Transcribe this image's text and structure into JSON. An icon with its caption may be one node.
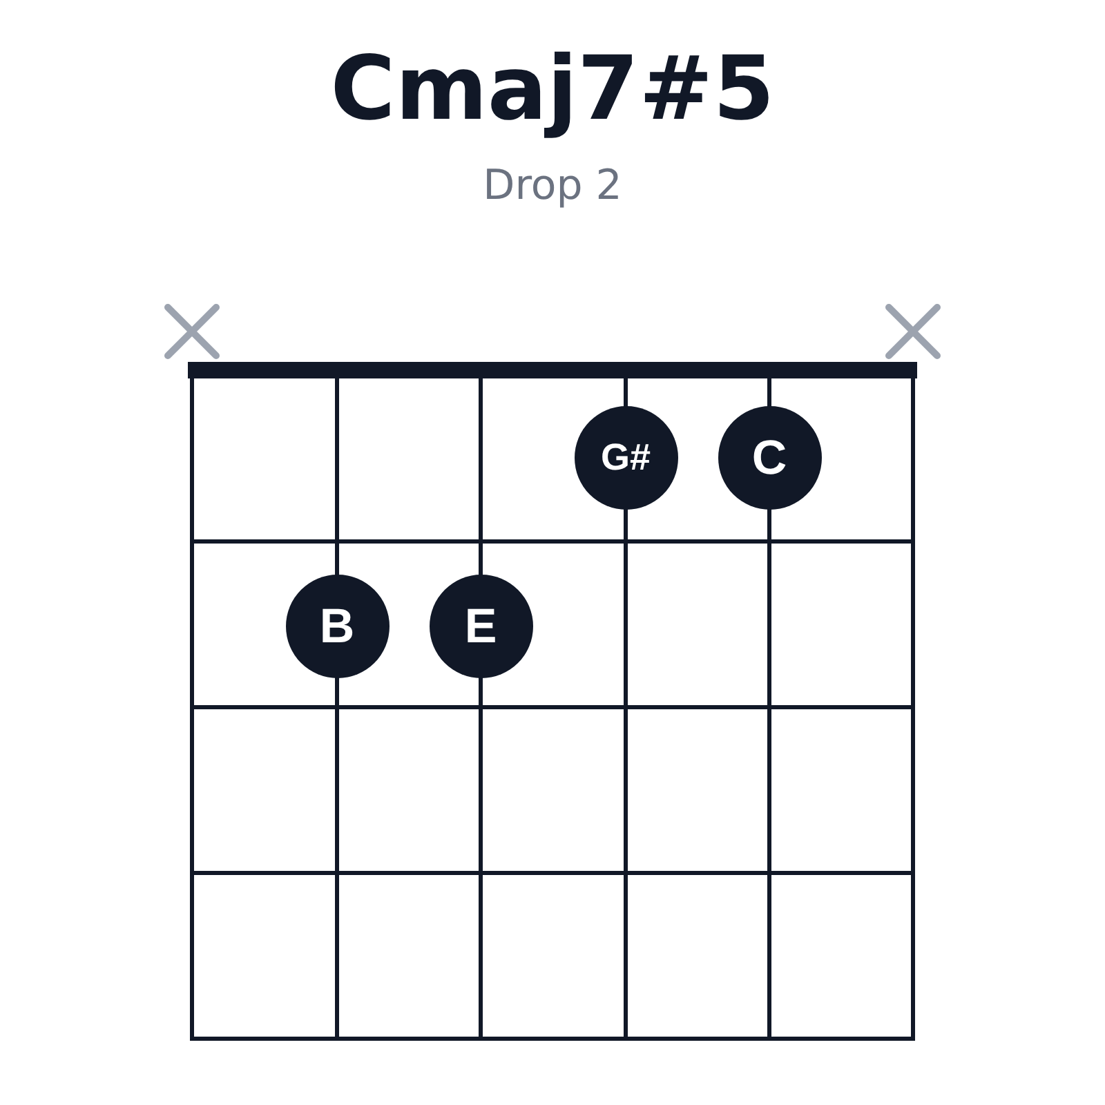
{
  "diagram": {
    "title": "Cmaj7#5",
    "nodes": [
      {
        "text": [
          "G#"
        ]
      },
      {
        "text": [
          "C"
        ]
      },
      {
        "text": [
          "B"
        ]
      },
      {
        "text": [
          "E"
        ]
      }
    ],
    "labels": [
      "Drop 2"
    ]
  }
}
